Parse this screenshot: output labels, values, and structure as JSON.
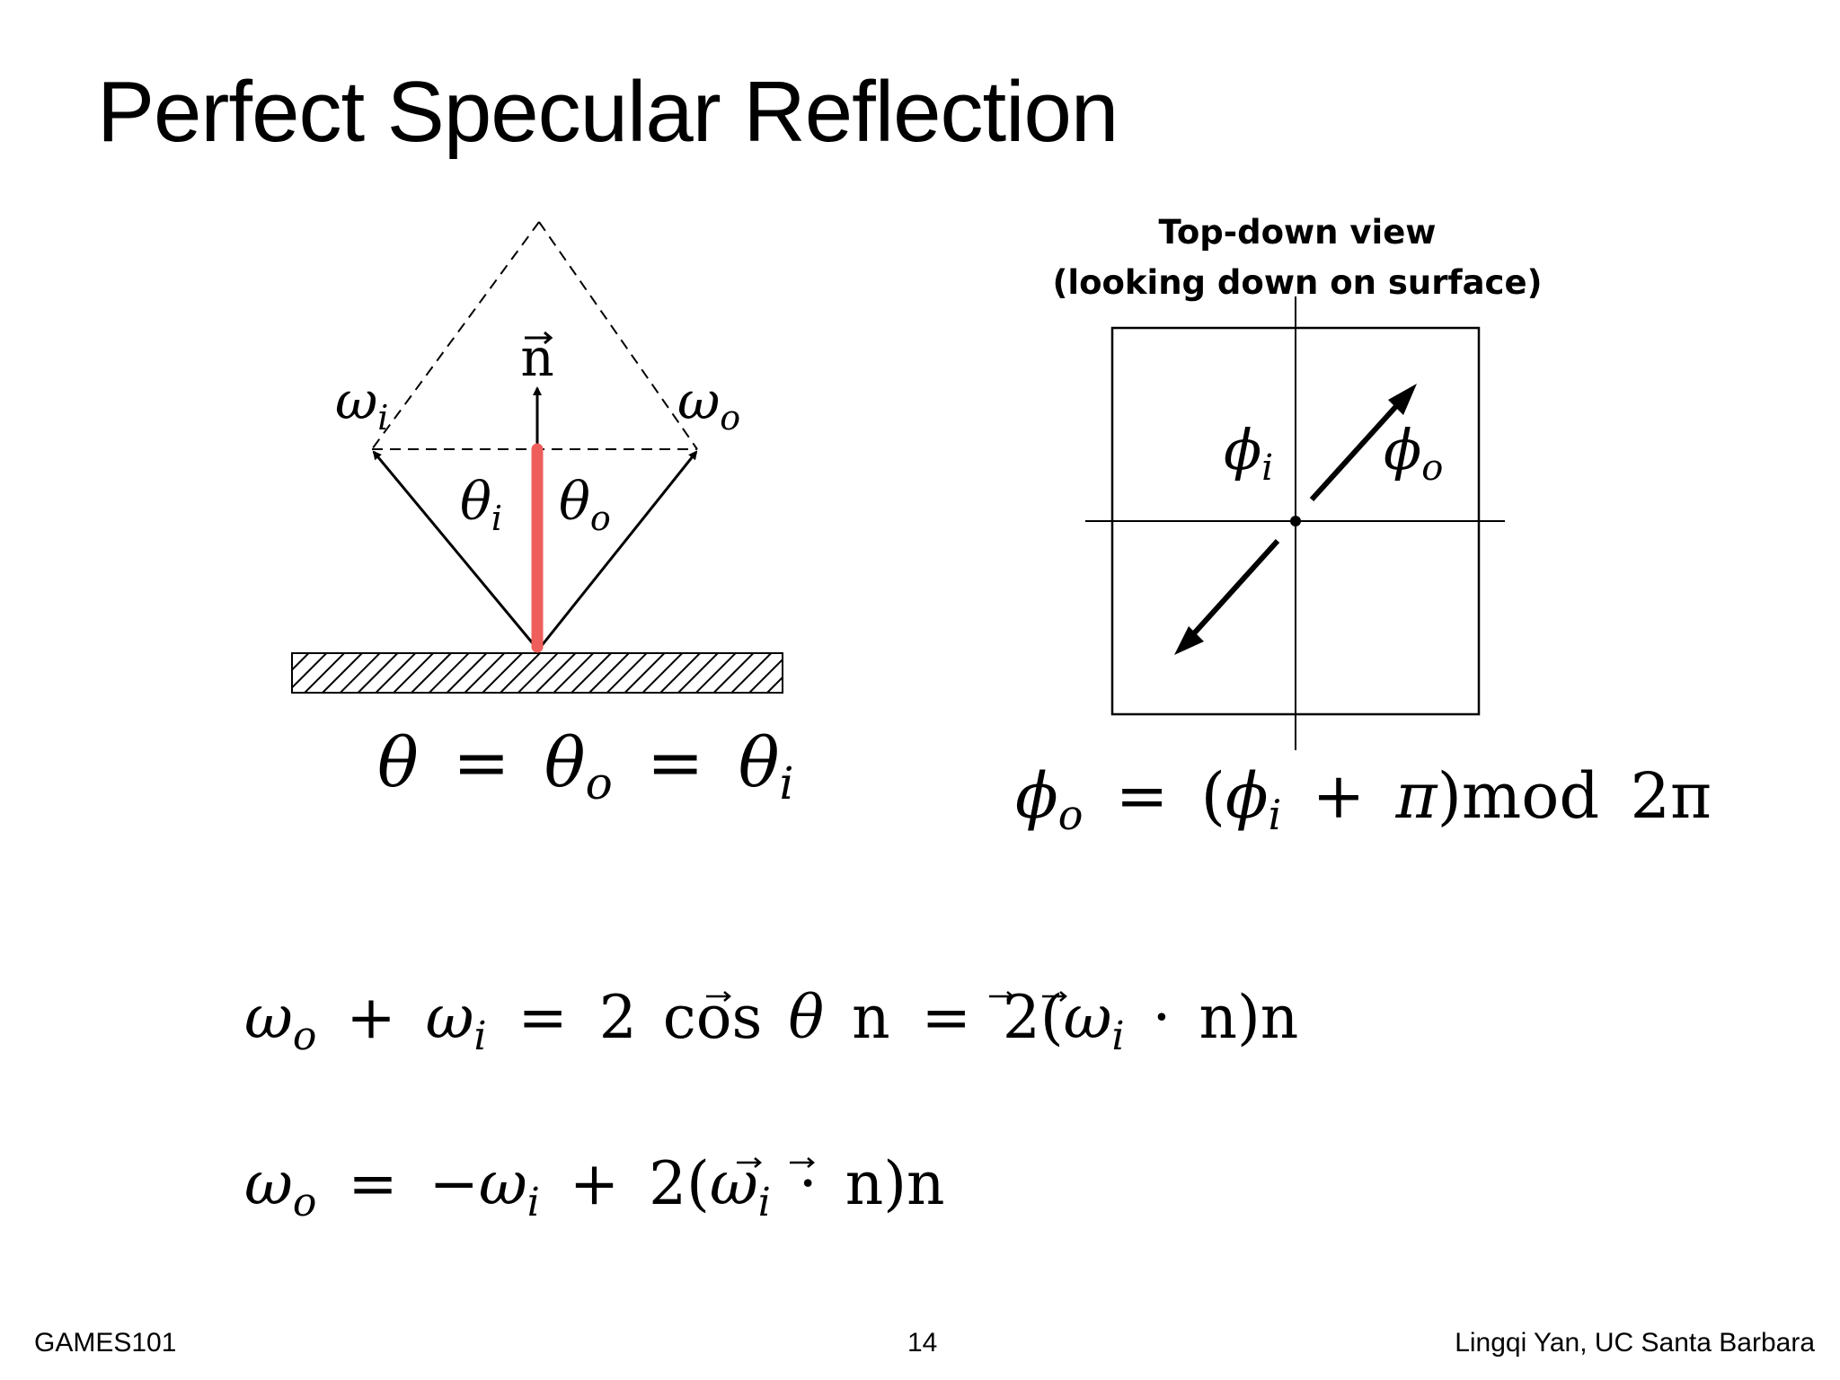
{
  "slide": {
    "title": "Perfect Specular Reflection"
  },
  "side_view": {
    "normal_label": "n",
    "incident_dir_label": "ω",
    "incident_dir_sub": "i",
    "outgoing_dir_label": "ω",
    "outgoing_dir_sub": "o",
    "theta_i_label": "θ",
    "theta_i_sub": "i",
    "theta_o_label": "θ",
    "theta_o_sub": "o",
    "equation": {
      "t1": "θ",
      "eq1": "=",
      "t2": "θ",
      "s2": "o",
      "eq2": "=",
      "t3": "θ",
      "s3": "i"
    },
    "normal_color": "#ee5f5b"
  },
  "top_view": {
    "caption_line1": "Top-down view",
    "caption_line2": "(looking down on surface)",
    "phi_i_label": "ϕ",
    "phi_i_sub": "i",
    "phi_o_label": "ϕ",
    "phi_o_sub": "o",
    "equation": {
      "a": "ϕ",
      "a_sub": "o",
      "eq": "=",
      "lp": "(",
      "b": "ϕ",
      "b_sub": "i",
      "plus": "+",
      "pi": "π",
      "rp": ")",
      "mod": "mod",
      "two_pi": "2π"
    }
  },
  "equations": {
    "eq1": {
      "w1": "ω",
      "w1_sub": "o",
      "plus": "+",
      "w2": "ω",
      "w2_sub": "i",
      "eq": "=",
      "two": "2",
      "cos": "cos",
      "theta": "θ",
      "n1": "n",
      "eq2": "=",
      "two2": "2",
      "lp": "(",
      "w3": "ω",
      "w3_sub": "i",
      "dot": "·",
      "n2": "n",
      "rp": ")",
      "n3": "n"
    },
    "eq2": {
      "w1": "ω",
      "w1_sub": "o",
      "eq": "=",
      "minus": "−",
      "w2": "ω",
      "w2_sub": "i",
      "plus": "+",
      "two": "2",
      "lp": "(",
      "w3": "ω",
      "w3_sub": "i",
      "dot": "·",
      "n1": "n",
      "rp": ")",
      "n2": "n"
    }
  },
  "footer": {
    "course": "GAMES101",
    "page_number": "14",
    "author": "Lingqi Yan, UC Santa Barbara"
  }
}
